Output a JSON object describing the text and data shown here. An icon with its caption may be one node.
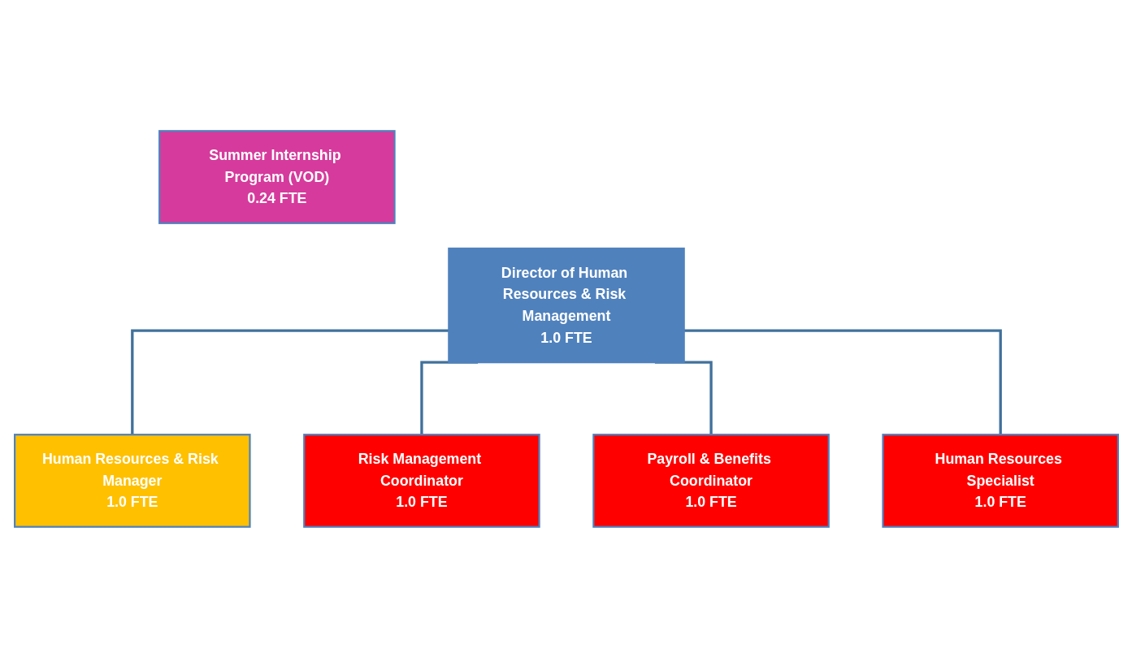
{
  "diagram": {
    "nodes": [
      {
        "text": [
          "Summer Internship Program (VOD)",
          "0.24 FTE"
        ]
      },
      {
        "text": [
          "Director of Human Resources & Risk Management",
          "1.0 FTE"
        ]
      },
      {
        "text": [
          "Human Resources & Risk Manager",
          "1.0 FTE"
        ]
      },
      {
        "text": [
          "Risk Management Coordinator",
          "1.0 FTE"
        ]
      },
      {
        "text": [
          "Payroll & Benefits Coordinator",
          "1.0 FTE"
        ]
      },
      {
        "text": [
          "Human Resources Specialist",
          "1.0 FTE"
        ]
      }
    ],
    "edges": [
      {
        "from": 1,
        "to": 2,
        "arrow": "none"
      },
      {
        "from": 1,
        "to": 3,
        "arrow": "none"
      },
      {
        "from": 1,
        "to": 4,
        "arrow": "none"
      },
      {
        "from": 1,
        "to": 5,
        "arrow": "none"
      }
    ]
  }
}
